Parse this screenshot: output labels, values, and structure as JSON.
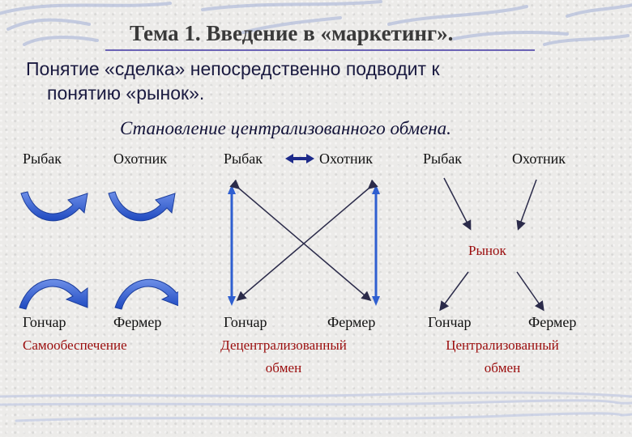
{
  "title": "Тема 1. Введение в «маркетинг».",
  "intro": {
    "line1": "Понятие «сделка» непосредственно подводит к",
    "line2": "понятию «рынок»."
  },
  "subtitle": "Становление централизованного обмена.",
  "diagram1": {
    "fisher": "Рыбак",
    "hunter": "Охотник",
    "potter": "Гончар",
    "farmer": "Фермер",
    "caption": "Самообеспечение"
  },
  "diagram2": {
    "fisher": "Рыбак",
    "hunter": "Охотник",
    "potter": "Гончар",
    "farmer": "Фермер",
    "caption_line1": "Децентрализованный",
    "caption_line2": "обмен"
  },
  "diagram3": {
    "fisher": "Рыбак",
    "hunter": "Охотник",
    "market": "Рынок",
    "potter": "Гончар",
    "farmer": "Фермер",
    "caption_line1": "Централизованный",
    "caption_line2": "обмен"
  },
  "colors": {
    "arrow_blue": "#2f5fd0",
    "caption_red": "#9b0d0d",
    "deco_blue": "#aab6d6"
  }
}
